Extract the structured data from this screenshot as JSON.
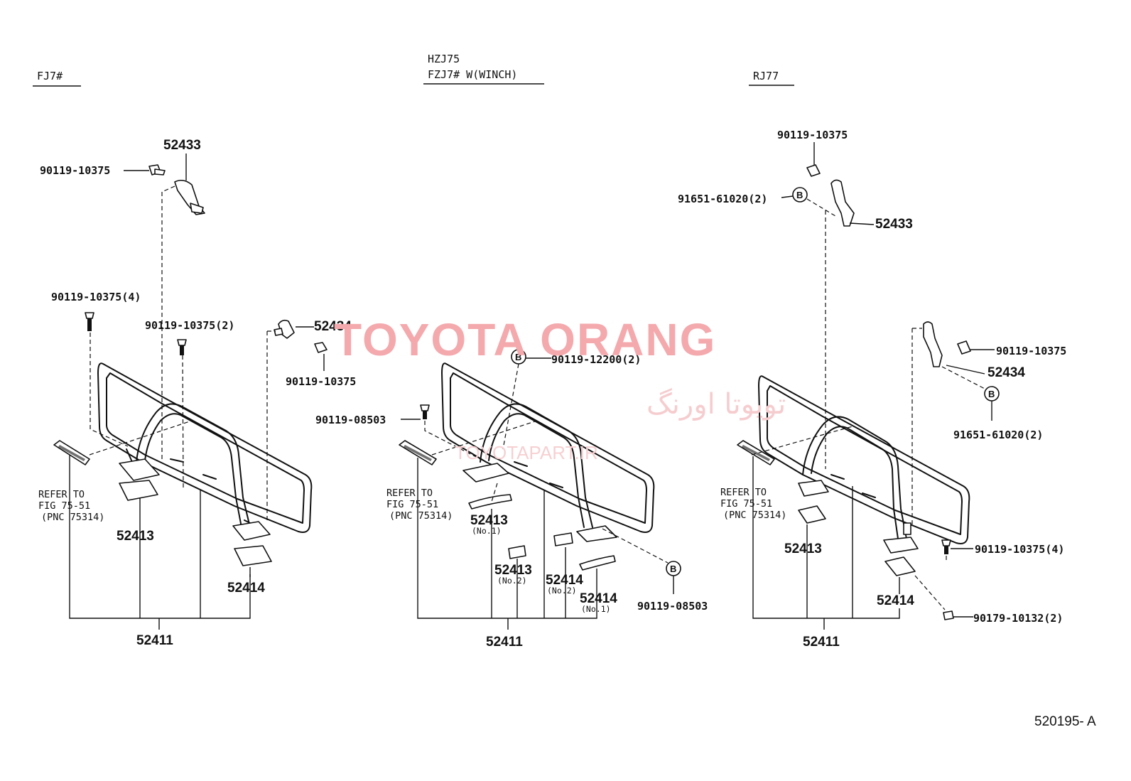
{
  "watermark": {
    "brand": "TOYOTA ORANG",
    "persian": "تویوتا اورنگ",
    "site": "TOYOTAPART.IR"
  },
  "diagram_code": "520195- A",
  "panels": {
    "left": {
      "header": "FJ7#",
      "labels": {
        "bolt_top": "90119-10375",
        "bracket_top": "52433",
        "bolt_4": "90119-10375(4)",
        "bolt_2": "90119-10375(2)",
        "bracket_right": "52434",
        "bolt_right": "90119-10375",
        "refer_line1": "REFER TO",
        "refer_line2": "FIG 75-51",
        "refer_line3": "(PNC 75314)",
        "plate_left": "52413",
        "plate_right": "52414",
        "assembly": "52411"
      }
    },
    "middle": {
      "header_line1": "HZJ75",
      "header_line2": "FZJ7# W(WINCH)",
      "labels": {
        "bolt_b": "90119-12200(2)",
        "bolt_side": "90119-08503",
        "refer_line1": "REFER TO",
        "refer_line2": "FIG 75-51",
        "refer_line3": "(PNC 75314)",
        "plate_no1": "52413",
        "plate_no1_note": "(No.1)",
        "plate_no2": "52413",
        "plate_no2_note": "(No.2)",
        "rplate_no2": "52414",
        "rplate_no2_note": "(No.2)",
        "rplate_no1": "52414",
        "rplate_no1_note": "(No.1)",
        "bolt_bottom": "90119-08503",
        "assembly": "52411",
        "circle_b": "B"
      }
    },
    "right": {
      "header": "RJ77",
      "labels": {
        "bolt_top": "90119-10375",
        "stud_top": "91651-61020(2)",
        "bracket_top": "52433",
        "bolt_right": "90119-10375",
        "bracket_right": "52434",
        "stud_right": "91651-61020(2)",
        "refer_line1": "REFER TO",
        "refer_line2": "FIG 75-51",
        "refer_line3": "(PNC 75314)",
        "plate_left": "52413",
        "bolt_4": "90119-10375(4)",
        "plate_right": "52414",
        "nut": "90179-10132(2)",
        "assembly": "52411",
        "circle_b": "B"
      }
    }
  }
}
